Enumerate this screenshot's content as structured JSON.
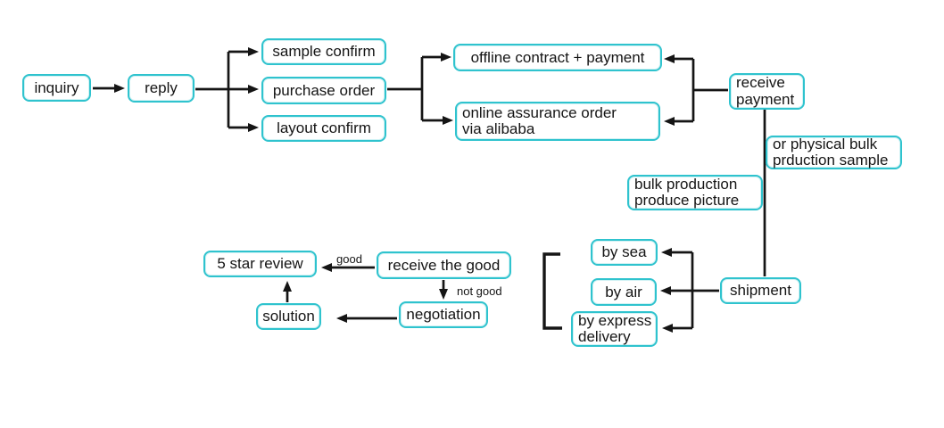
{
  "diagram": {
    "background_color": "#ffffff",
    "node_border_color": "#2fc3ce",
    "arrow_color": "#151515",
    "nodes": {
      "inquiry": {
        "label": "inquiry"
      },
      "reply": {
        "label": "reply"
      },
      "sample_confirm": {
        "label": "sample confirm"
      },
      "purchase_order": {
        "label": "purchase order"
      },
      "layout_confirm": {
        "label": "layout confirm"
      },
      "offline_contract_payment": {
        "label": "offline contract + payment"
      },
      "online_assurance_order": {
        "line1": "online assurance order",
        "line2": "via alibaba"
      },
      "receive_payment": {
        "line1": "receive",
        "line2": "payment"
      },
      "or_physical_bulk_sample": {
        "line1": "or physical bulk",
        "line2": "prduction sample"
      },
      "bulk_production_picture": {
        "line1": "bulk production",
        "line2": "produce picture"
      },
      "shipment": {
        "label": "shipment"
      },
      "by_sea": {
        "label": "by sea"
      },
      "by_air": {
        "label": "by air"
      },
      "by_express_delivery": {
        "line1": "by express",
        "line2": "delivery"
      },
      "five_star_review": {
        "label": "5 star review"
      },
      "receive_the_good": {
        "label": "receive the good"
      },
      "negotiation": {
        "label": "negotiation"
      },
      "solution": {
        "label": "solution"
      }
    },
    "edge_labels": {
      "good": "good",
      "not_good": "not good"
    }
  }
}
